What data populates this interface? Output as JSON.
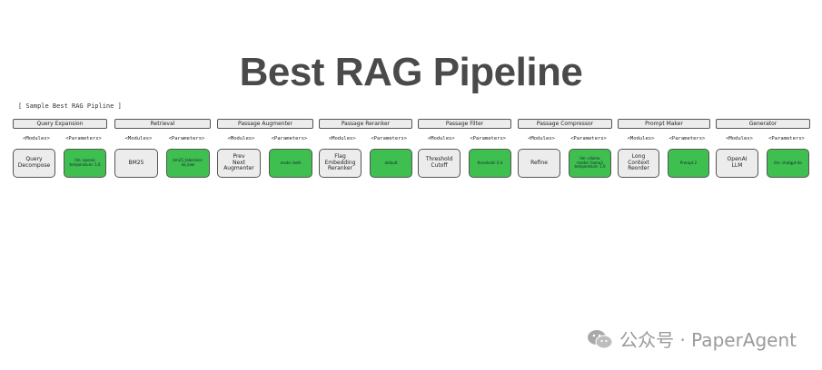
{
  "title": "Best RAG Pipeline",
  "subtitle": "[ Sample Best RAG Pipline ]",
  "modules_header": "<Modules>",
  "parameters_header": "<Parameters>",
  "stages": [
    {
      "name": "Query Expansion",
      "module": "Query\nDecompose",
      "parameter": "llm: openai\ntemperature: 1.0"
    },
    {
      "name": "Retrieval",
      "module": "BM25",
      "parameter": "bm25_tokenizer:\nko_kiwi"
    },
    {
      "name": "Passage Augmenter",
      "module": "Prev\nNext\nAugmenter",
      "parameter": "mode: both"
    },
    {
      "name": "Passage Reranker",
      "module": "Flag Embedding\nReranker",
      "parameter": "default"
    },
    {
      "name": "Passage Filter",
      "module": "Threshold\nCutoff",
      "parameter": "threshold: 0.4"
    },
    {
      "name": "Passage Compressor",
      "module": "Refine",
      "parameter": "llm: ollama\nmodel: llama3\ntemperature: 1.0"
    },
    {
      "name": "Prompt Maker",
      "module": "Long\nContext\nReorder",
      "parameter": "Prompt 2"
    },
    {
      "name": "Generator",
      "module": "OpenAI\nLLM",
      "parameter": "llm: chatgpt-4o"
    }
  ],
  "watermark": "公众号 · PaperAgent",
  "colors": {
    "parameter_fill": "#3fbf4f",
    "module_fill": "#ececec",
    "title": "#4a4a4a"
  }
}
